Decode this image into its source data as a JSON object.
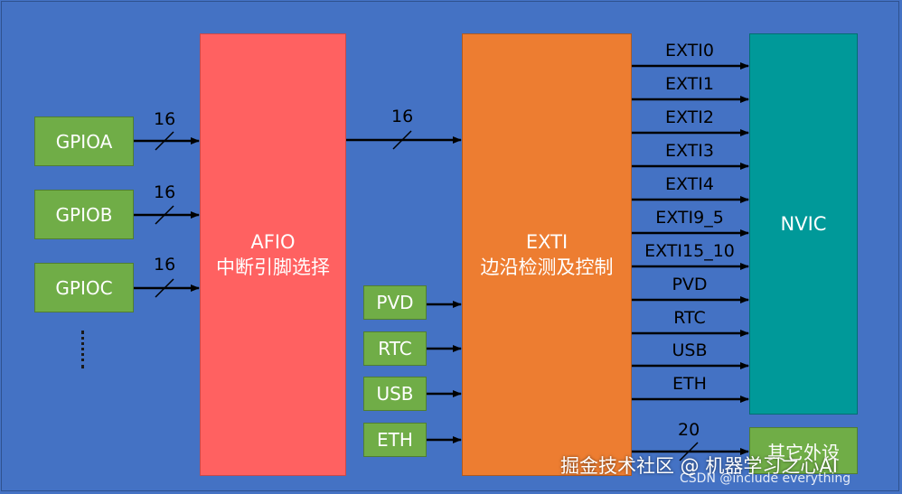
{
  "gpio_ports": [
    "GPIOA",
    "GPIOB",
    "GPIOC"
  ],
  "gpio_bus_width": "16",
  "afio": {
    "line1": "AFIO",
    "line2": "中断引脚选择"
  },
  "afio_bus_width": "16",
  "exti": {
    "line1": "EXTI",
    "line2": "边沿检测及控制"
  },
  "sources": [
    "PVD",
    "RTC",
    "USB",
    "ETH"
  ],
  "outputs": [
    "EXTI0",
    "EXTI1",
    "EXTI2",
    "EXTI3",
    "EXTI4",
    "EXTI9_5",
    "EXTI15_10",
    "PVD",
    "RTC",
    "USB",
    "ETH"
  ],
  "nvic": "NVIC",
  "other": "其它外设",
  "other_bus_width": "20",
  "watermark": {
    "main": "掘金技术社区 @ 机器学习之心AI",
    "sub": "CSDN @include everything"
  },
  "colors": {
    "background": "#4472c4",
    "gpio": "#70ad47",
    "afio": "#ff6161",
    "exti": "#ed7d31",
    "nvic": "#009999"
  }
}
